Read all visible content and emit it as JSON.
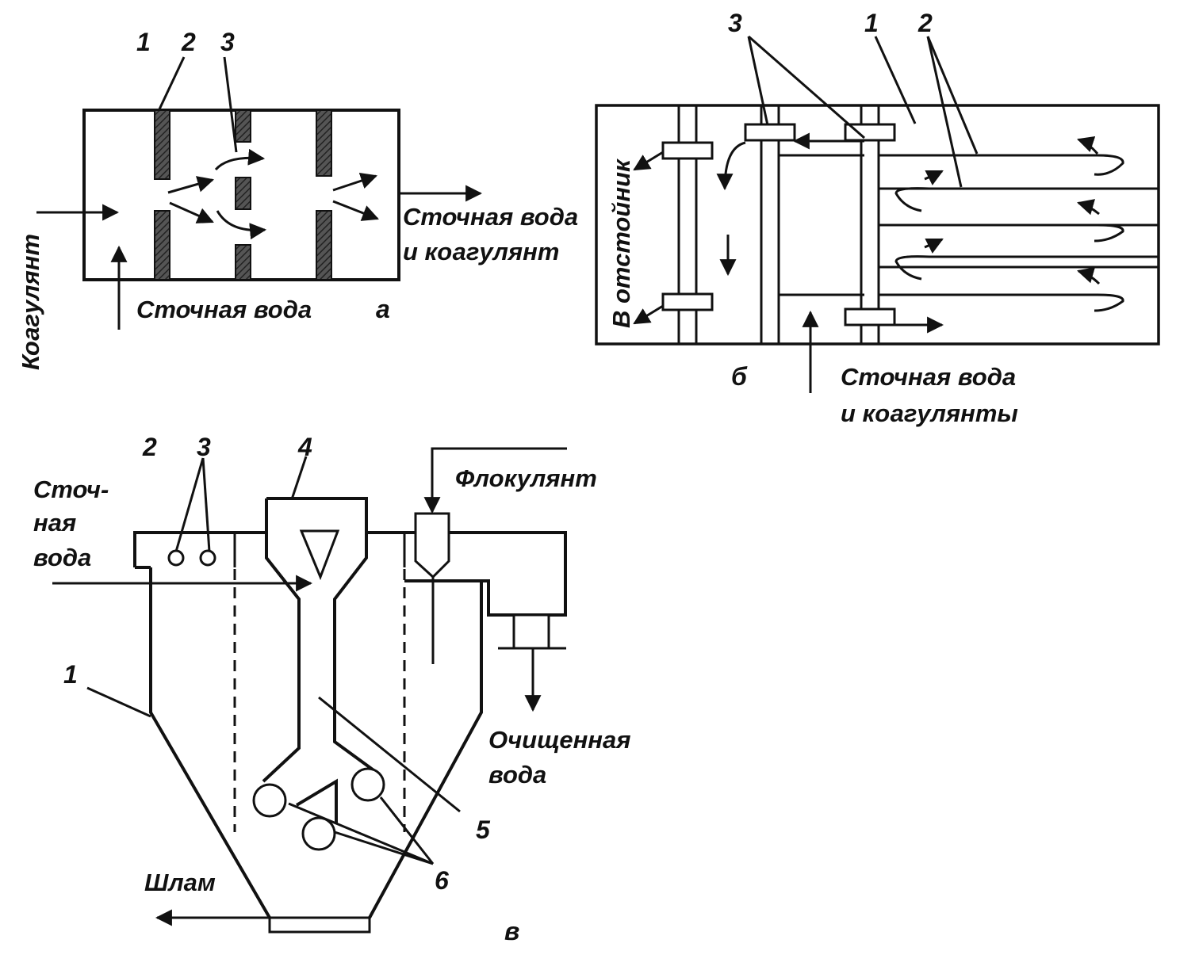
{
  "panel_a": {
    "numbers": [
      "1",
      "2",
      "3"
    ],
    "label_outlet_line1": "Сточная вода",
    "label_outlet_line2": "и коагулянт",
    "label_coagulant": "Коагулянт",
    "label_wastewater": "Сточная вода",
    "panel_letter": "а"
  },
  "panel_b": {
    "numbers": [
      "3",
      "1",
      "2"
    ],
    "label_to_settler": "В отстойник",
    "label_inlet_line1": "Сточная вода",
    "label_inlet_line2": "и коагулянты",
    "panel_letter": "б"
  },
  "panel_v": {
    "numbers": [
      "2",
      "3",
      "4",
      "1",
      "5",
      "6"
    ],
    "label_wastewater_line1": "Сточ-",
    "label_wastewater_line2": "ная",
    "label_wastewater_line3": "вода",
    "label_flocculant": "Флокулянт",
    "label_treated_line1": "Очищенная",
    "label_treated_line2": "вода",
    "label_sludge": "Шлам",
    "panel_letter": "в"
  },
  "colors": {
    "ink": "#111111",
    "paper": "#ffffff",
    "hatch": "#555555"
  }
}
